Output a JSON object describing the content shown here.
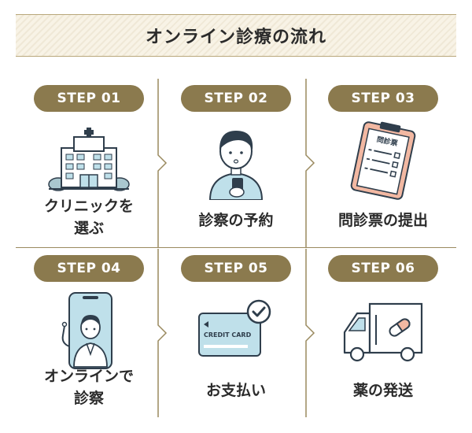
{
  "title": "オンライン診療の流れ",
  "steps": [
    {
      "badge": "STEP 01",
      "label_lines": [
        "クリニックを",
        "選ぶ"
      ],
      "icon": "hospital-icon"
    },
    {
      "badge": "STEP 02",
      "label_lines": [
        "診察の予約"
      ],
      "icon": "person-with-phone-icon"
    },
    {
      "badge": "STEP 03",
      "label_lines": [
        "問診票の提出"
      ],
      "icon": "questionnaire-clipboard-icon",
      "icon_text": "問診票"
    },
    {
      "badge": "STEP 04",
      "label_lines": [
        "オンラインで",
        "診察"
      ],
      "icon": "doctor-on-phone-icon"
    },
    {
      "badge": "STEP 05",
      "label_lines": [
        "お支払い"
      ],
      "icon": "credit-card-icon",
      "icon_text": "CREDIT CARD"
    },
    {
      "badge": "STEP 06",
      "label_lines": [
        "薬の発送"
      ],
      "icon": "delivery-truck-icon"
    }
  ],
  "colors": {
    "badge": "#8b7a4e",
    "divider": "#9a8a5f",
    "icon_stroke": "#2f3e4c",
    "icon_fill_blue": "#bfe0ea",
    "icon_fill_salmon": "#f2b8a2"
  }
}
